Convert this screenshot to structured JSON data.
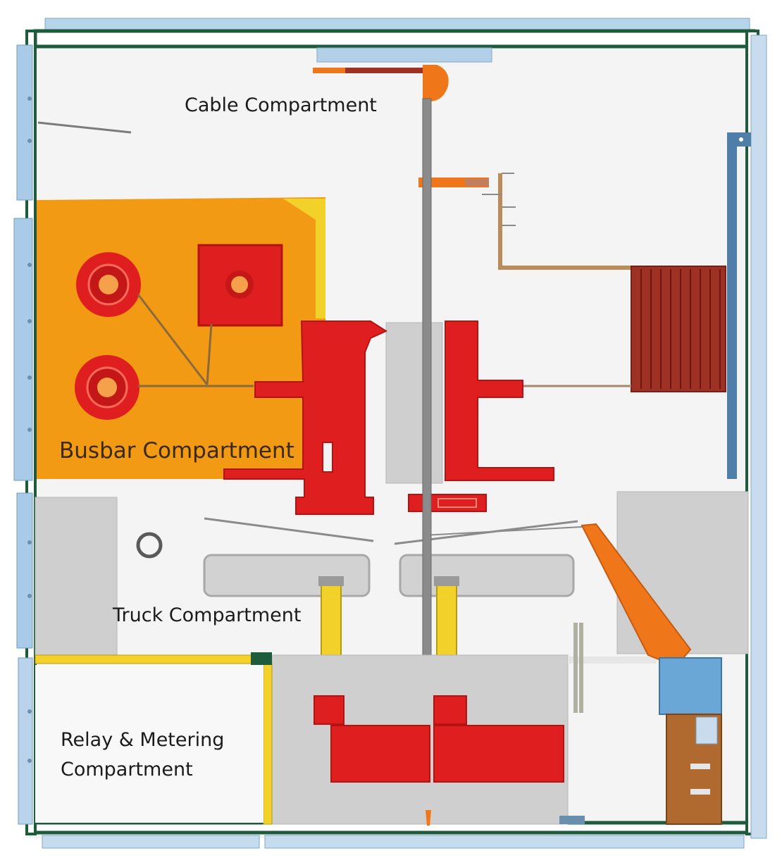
{
  "labels": {
    "cable": "Cable Compartment",
    "busbar": "Busbar Compartment",
    "truck": "Truck Compartment",
    "relay_line1": "Relay & Metering",
    "relay_line2": "Compartment"
  },
  "colors": {
    "frame_green": "#1e5a3c",
    "frame_blue": "#a8c8e4",
    "busbar_orange": "#f29a14",
    "conductor_red": "#df1f1f",
    "insulator_gray": "#cfcfcf",
    "yellow": "#f2d22a",
    "accent_orange": "#f0761a",
    "cable_brown": "#9d3224",
    "panel_blue": "#6aa6d6"
  }
}
